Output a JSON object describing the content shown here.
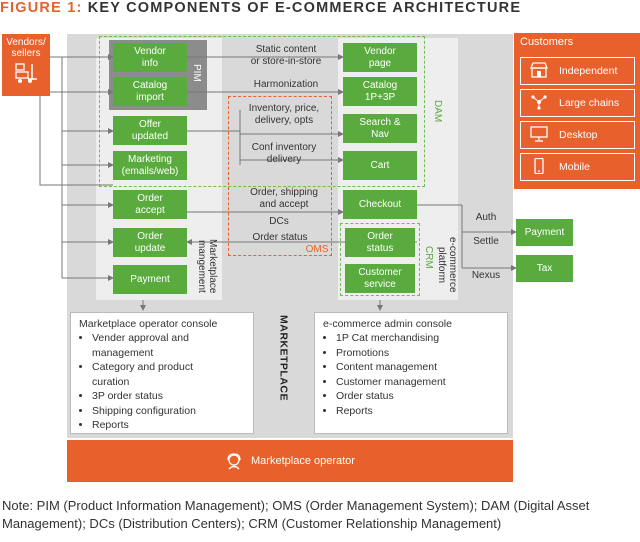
{
  "figure": {
    "title_prefix": "FIGURE 1:",
    "title_rest": "KEY COMPONENTS OF E-COMMERCE ARCHITECTURE"
  },
  "vendors_label": "Vendors/\nsellers",
  "pim": {
    "label": "PIM",
    "boxes": [
      "Vendor\ninfo",
      "Catalog\nimport"
    ]
  },
  "left_boxes": [
    "Offer\nupdated",
    "Marketing\n(emails/web)",
    "Order\naccept",
    "Order\nupdate",
    "Payment"
  ],
  "right_boxes": [
    "Vendor\npage",
    "Catalog\n1P+3P",
    "Search &\nNav",
    "Cart",
    "Checkout",
    "Order\nstatus",
    "Customer\nservice"
  ],
  "flow_labels": {
    "static": "Static content\nor store-in-store",
    "harmonization": "Harmonization",
    "inventory": "Inventory, price,\ndelivery, opts",
    "conf_inventory": "Conf inventory\ndelivery",
    "order_shipping": "Order, shipping\nand accept",
    "dcs": "DCs",
    "order_status": "Order status",
    "auth": "Auth",
    "settle": "Settle",
    "nexus": "Nexus"
  },
  "tags": {
    "dam": "DAM",
    "oms": "OMS",
    "crm": "CRM",
    "marketplace_management": "Marketplace\nmangement",
    "ecommerce_platform": "e-commerce\nplatform",
    "marketplace": "MARKETPLACE"
  },
  "customers": {
    "title": "Customers",
    "items": [
      {
        "label": "Independent",
        "icon": "storefront-icon"
      },
      {
        "label": "Large chains",
        "icon": "network-icon"
      },
      {
        "label": "Desktop",
        "icon": "monitor-icon"
      },
      {
        "label": "Mobile",
        "icon": "mobile-phone-icon"
      }
    ]
  },
  "side_boxes": {
    "payment": "Payment",
    "tax": "Tax"
  },
  "operator_console": {
    "title": "Marketplace operator console",
    "items": [
      "Vender approval and\nmanagement",
      "Category and product\ncuration",
      "3P order status",
      "Shipping configuration",
      "Reports"
    ]
  },
  "admin_console": {
    "title": "e-commerce admin console",
    "items": [
      "1P Cat merchandising",
      "Promotions",
      "Content management",
      "Customer management",
      "Order status",
      "Reports"
    ]
  },
  "operator_bar": {
    "label": "Marketplace operator",
    "icon": "headset-person-icon"
  },
  "note": "Note: PIM (Product Information Management); OMS (Order Management System); DAM (Digital Asset Management); DCs (Distribution Centers); CRM (Customer Relationship Management)",
  "colors": {
    "accent": "#e8612c",
    "green": "#5aab3d",
    "gray_panel": "#d9d9d9",
    "light_panel": "#eeeeee"
  }
}
